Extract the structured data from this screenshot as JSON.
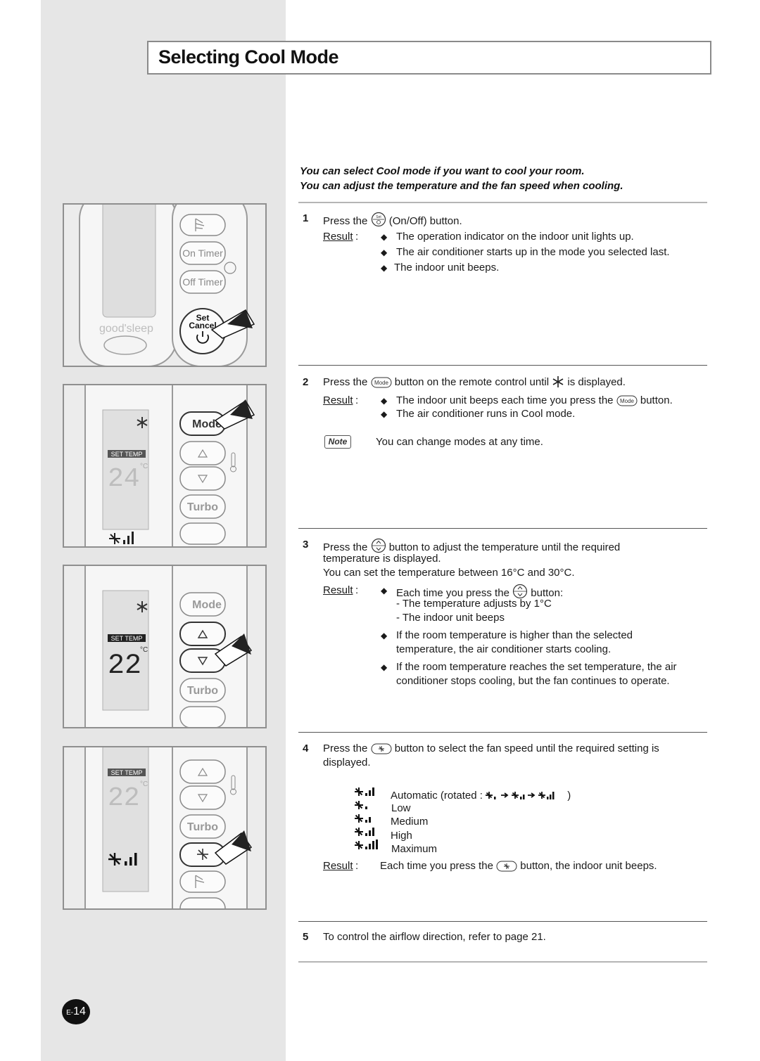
{
  "title": "Selecting Cool Mode",
  "intro": [
    "You can select Cool mode if you want to cool your room.",
    "You can adjust the temperature and the fan speed when cooling."
  ],
  "labels": {
    "result": "Result",
    "note": "Note"
  },
  "step1": {
    "num": "1",
    "pre": "Press the",
    "post": "(On/Off) button.",
    "results": [
      "The operation indicator on the indoor unit lights up.",
      "The air conditioner starts up in the mode you selected last.",
      "The indoor unit beeps."
    ]
  },
  "step2": {
    "num": "2",
    "pre": "Press the",
    "mid": "button on the remote control until",
    "post": "is displayed.",
    "result1_pre": "The indoor unit beeps each time you press the",
    "result1_post": "button.",
    "result2": "The air conditioner runs in Cool mode.",
    "note": "You can change modes at any time."
  },
  "step3": {
    "num": "3",
    "pre": "Press the",
    "post": "button to adjust the temperature until the required",
    "line2": "temperature is displayed.",
    "line3": "You can set the temperature between 16°C and 30°C.",
    "result1_pre": "Each time you press the",
    "result1_post": "button:",
    "sub1": "- The temperature adjusts by 1°C",
    "sub2": "- The indoor unit beeps",
    "result2a": "If the room temperature is higher than the selected",
    "result2b": "temperature, the air conditioner starts cooling.",
    "result3a": "If the room temperature reaches the set temperature, the air",
    "result3b": "conditioner stops cooling, but the fan continues to operate."
  },
  "step4": {
    "num": "4",
    "pre": "Press the",
    "post": "button to select the fan speed until the required setting is",
    "line2": "displayed.",
    "speeds": {
      "auto": "Automatic (rotated :",
      "auto_close": ")",
      "low": "Low",
      "medium": "Medium",
      "high": "High",
      "maximum": "Maximum"
    },
    "result_pre": "Each time you press the",
    "result_post": "button, the indoor unit beeps."
  },
  "step5": {
    "num": "5",
    "text": "To control the airflow direction, refer to page 21."
  },
  "remote": {
    "on_timer": "On Timer",
    "off_timer": "Off Timer",
    "set": "Set",
    "cancel": "Cancel",
    "brand": "good'sleep",
    "mode": "Mode",
    "turbo": "Turbo",
    "set_temp": "SET TEMP",
    "unit": "°C",
    "temp_24": "24",
    "temp_22": "22",
    "icon_mode": "Mode",
    "icon_set": "Set"
  },
  "page": {
    "prefix": "E-",
    "number": "14"
  }
}
